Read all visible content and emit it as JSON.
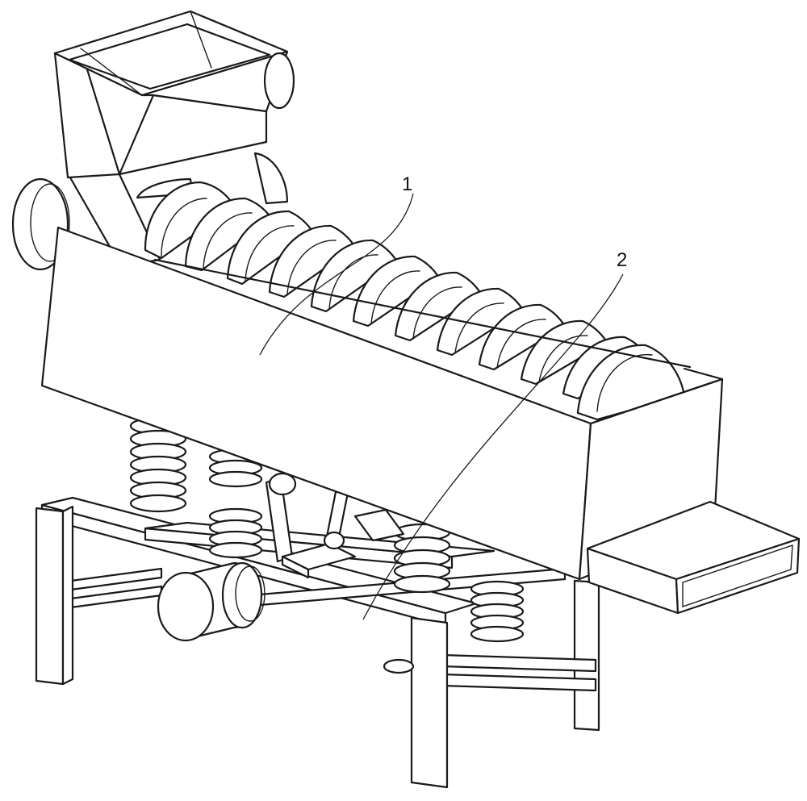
{
  "labels": [
    {
      "id": "1",
      "text": "1"
    },
    {
      "id": "2",
      "text": "2"
    }
  ],
  "colors": {
    "line": "#1a1a1a",
    "background": "#ffffff"
  }
}
